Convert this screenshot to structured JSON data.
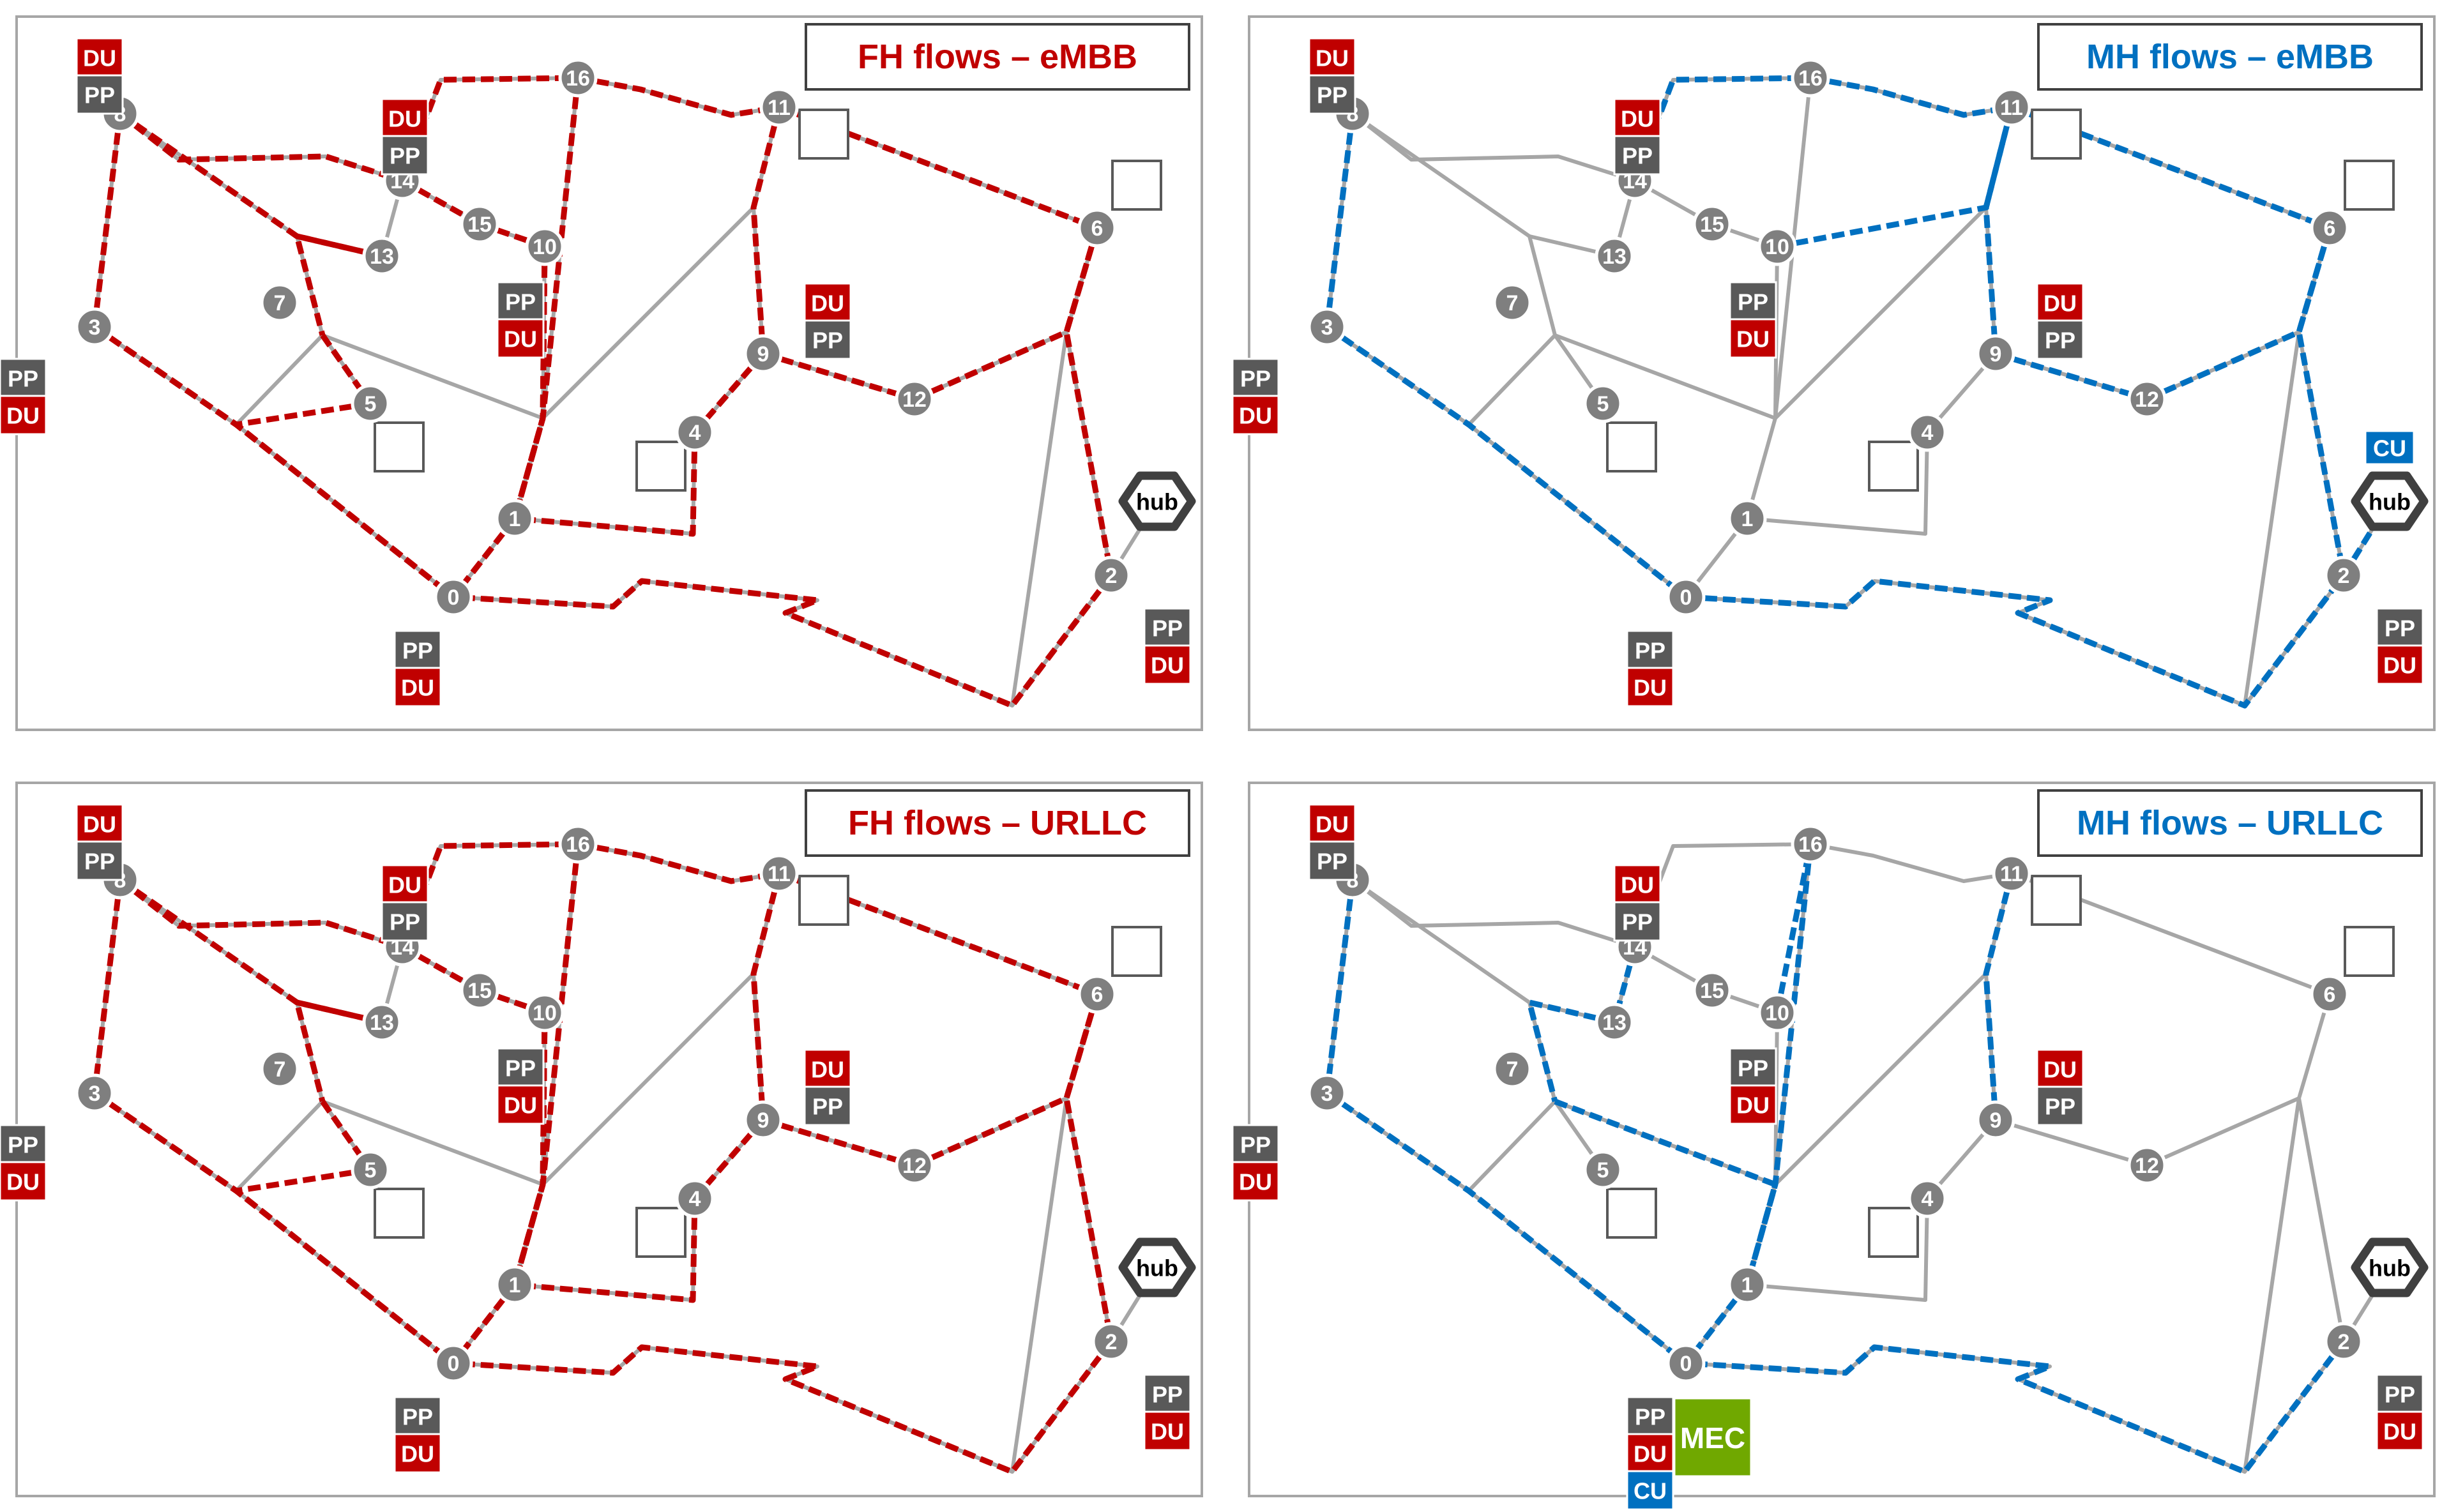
{
  "colors": {
    "fh": "#c00000",
    "mh": "#0070c0",
    "pp": "#595959",
    "du": "#c00000",
    "cu": "#0070c0",
    "mec": "#70a800",
    "link": "#a6a6a6",
    "node": "#7f7f7f"
  },
  "labels": {
    "pp": "PP",
    "du": "DU",
    "cu": "CU",
    "mec": "MEC",
    "hub": "hub"
  },
  "panels": [
    {
      "id": "fh-embb",
      "title": "FH flows – eMBB",
      "kind": "fh",
      "hub_cu": false,
      "mec_at_0": false,
      "du_nodes": [
        8,
        14,
        3,
        10,
        9,
        0,
        2
      ],
      "flow_paths": [
        [
          8,
          3,
          0
        ],
        [
          8,
          14,
          16,
          11,
          9,
          4,
          1,
          0
        ],
        [
          8,
          13,
          7,
          5,
          0
        ],
        [
          3,
          0
        ],
        [
          14,
          15,
          10,
          1
        ],
        [
          11,
          6,
          2,
          0
        ],
        [
          9,
          12,
          6
        ],
        [
          10,
          1,
          0
        ],
        [
          16,
          1
        ]
      ]
    },
    {
      "id": "mh-embb",
      "title": "MH flows – eMBB",
      "kind": "mh",
      "hub_cu": true,
      "mec_at_0": false,
      "du_nodes": [
        8,
        14,
        3,
        10,
        9,
        0,
        2
      ],
      "flow_paths": [
        [
          8,
          3,
          0,
          2,
          "hub"
        ],
        [
          14,
          16,
          11,
          6,
          2
        ],
        [
          10,
          11,
          9,
          12,
          6
        ]
      ]
    },
    {
      "id": "fh-urllc",
      "title": "FH flows – URLLC",
      "kind": "fh",
      "hub_cu": false,
      "mec_at_0": false,
      "du_nodes": [
        8,
        14,
        3,
        10,
        9,
        0,
        2
      ],
      "flow_paths": [
        [
          8,
          3,
          0
        ],
        [
          8,
          14,
          16,
          11,
          9,
          4,
          1,
          0
        ],
        [
          8,
          13,
          7,
          5,
          0
        ],
        [
          3,
          0
        ],
        [
          14,
          15,
          10,
          1
        ],
        [
          11,
          6,
          2,
          0
        ],
        [
          9,
          12,
          6
        ],
        [
          10,
          1,
          0
        ],
        [
          16,
          1
        ]
      ]
    },
    {
      "id": "mh-urllc",
      "title": "MH flows – URLLC",
      "kind": "mh",
      "hub_cu": false,
      "mec_at_0": true,
      "du_nodes": [
        8,
        14,
        3,
        10,
        9,
        0,
        2
      ],
      "flow_paths": [
        [
          8,
          3,
          0
        ],
        [
          14,
          13,
          7,
          1,
          0
        ],
        [
          10,
          16,
          1
        ],
        [
          11,
          9
        ],
        [
          2,
          0
        ]
      ]
    }
  ]
}
